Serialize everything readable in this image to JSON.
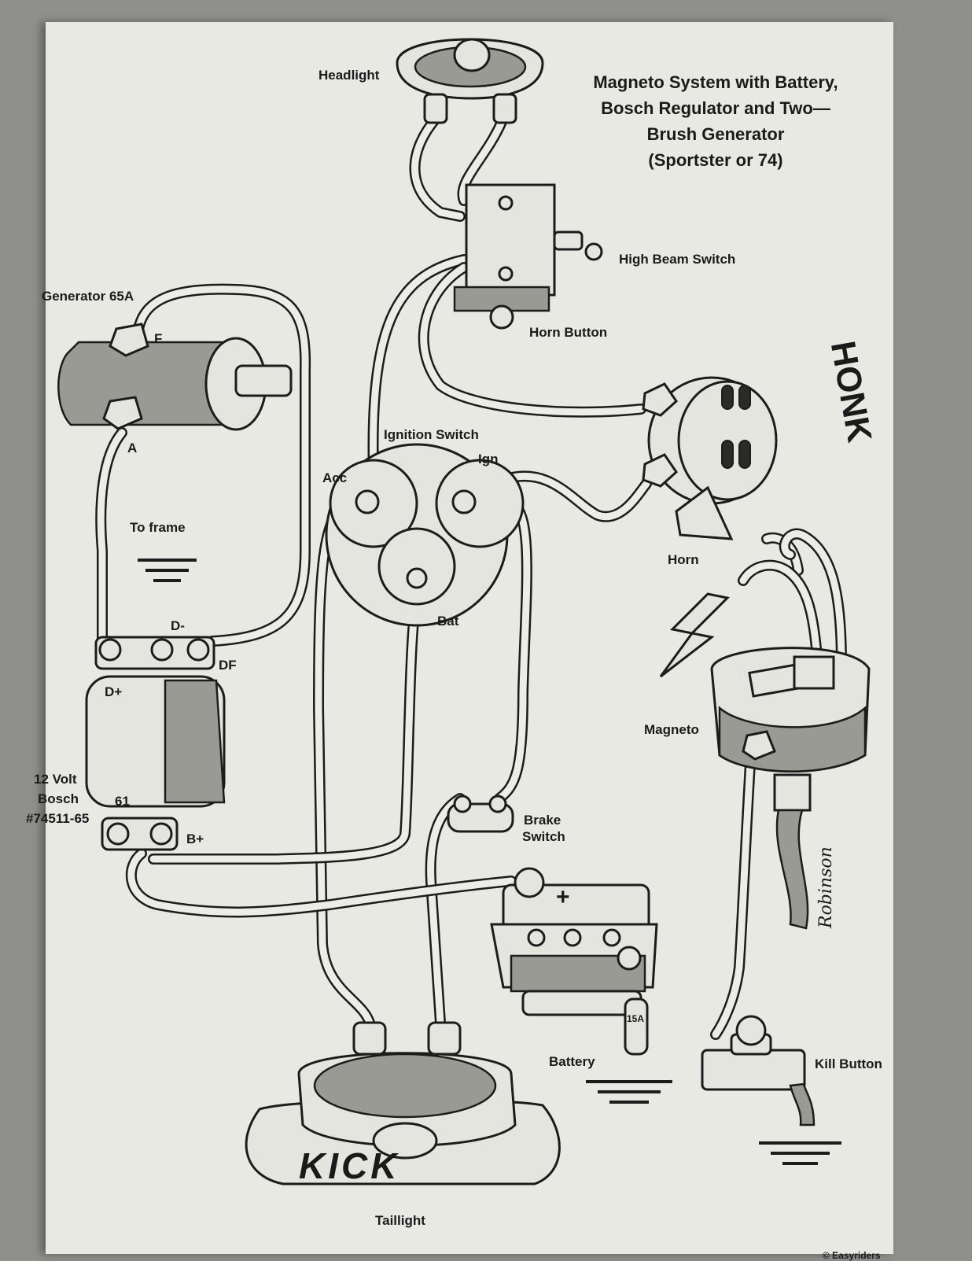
{
  "title_lines": [
    "Magneto System with Battery,",
    "Bosch Regulator and Two—",
    "Brush Generator",
    "(Sportster  or  74)"
  ],
  "labels": {
    "headlight": "Headlight",
    "high_beam_switch": "High Beam Switch",
    "horn_button": "Horn Button",
    "generator": "Generator 65A",
    "gen_f": "F",
    "gen_a": "A",
    "ignition_switch": "Ignition Switch",
    "acc": "Acc",
    "ign": "Ign",
    "bat": "Bat",
    "horn": "Horn",
    "to_frame": "To frame",
    "d_minus": "D-",
    "df": "DF",
    "d_plus": "D+",
    "reg_61": "61",
    "b_plus": "B+",
    "reg_12volt": "12 Volt",
    "reg_bosch": "Bosch",
    "reg_part": "#74511-65",
    "magneto": "Magneto",
    "brake_switch_1": "Brake",
    "brake_switch_2": "Switch",
    "battery": "Battery",
    "fuse": "15A",
    "battery_plus": "+",
    "kill_button": "Kill Button",
    "taillight": "Taillight",
    "kick": "KICK",
    "honk": "HONK",
    "signature": "Robinson",
    "copyright": "© Easyriders"
  },
  "colors": {
    "paper": "#e9e9e4",
    "ink": "#1c1c1c",
    "shading": "#9a9a94",
    "background": "#8f8f8b"
  }
}
